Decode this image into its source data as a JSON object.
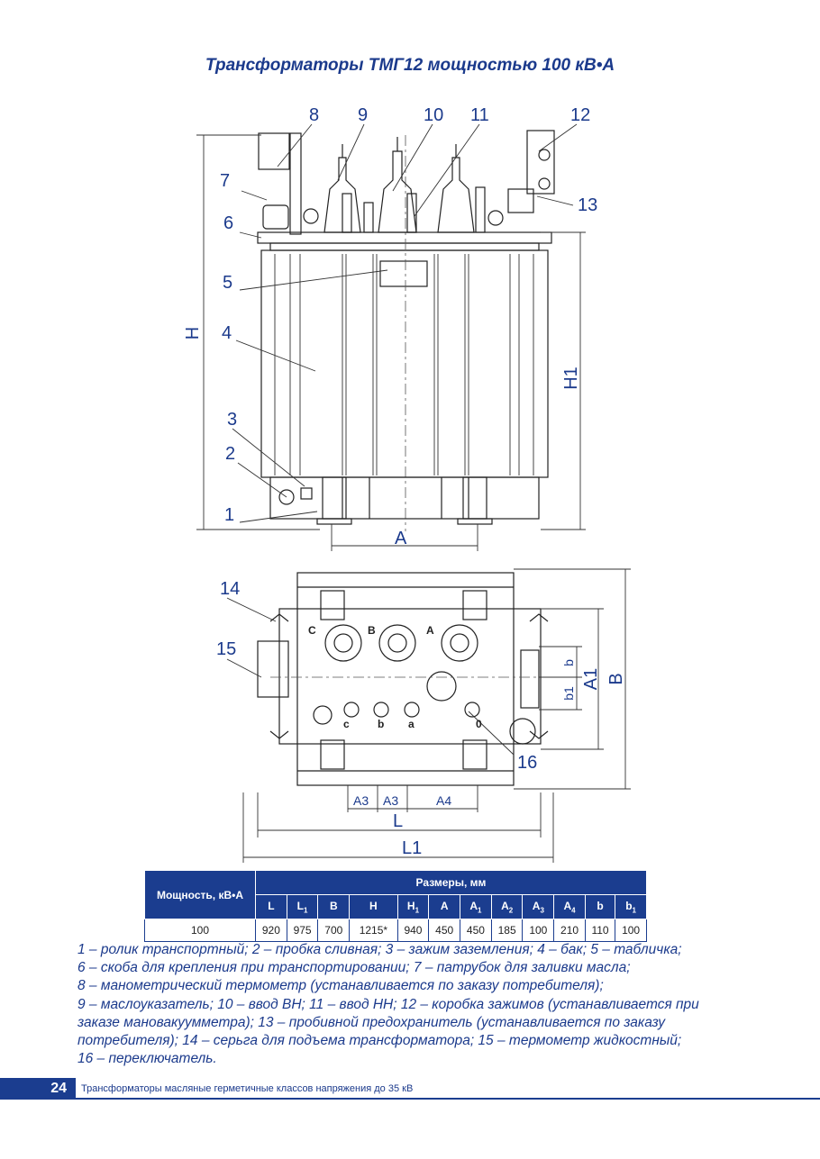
{
  "title": "Трансформаторы ТМГ12 мощностью 100 кВ•А",
  "drawing": {
    "callouts_front": [
      "8",
      "9",
      "10",
      "11",
      "12",
      "7",
      "13",
      "6",
      "5",
      "4",
      "3",
      "2",
      "1"
    ],
    "callouts_top": [
      "14",
      "15",
      "16"
    ],
    "dimension_labels": {
      "H": "H",
      "H1": "H1",
      "A": "A",
      "A1": "A1",
      "B": "B",
      "b": "b",
      "b1": "b1",
      "A3a": "A3",
      "A3b": "A3",
      "A4": "A4",
      "L": "L",
      "L1": "L1"
    },
    "phase_labels": {
      "C": "C",
      "B": "B",
      "A": "A",
      "c": "c",
      "b": "b",
      "a": "a",
      "zero": "0"
    }
  },
  "table": {
    "header_power": "Мощность, кВ•А",
    "header_dims": "Размеры, мм",
    "columns": [
      "L",
      "L",
      "B",
      "H",
      "H",
      "A",
      "A",
      "A",
      "A",
      "A",
      "b",
      "b"
    ],
    "column_subs": [
      "",
      "1",
      "",
      "",
      "1",
      "",
      "1",
      "2",
      "3",
      "4",
      "",
      "1"
    ],
    "row": {
      "power": "100",
      "values": [
        "920",
        "975",
        "700",
        "1215*",
        "940",
        "450",
        "450",
        "185",
        "100",
        "210",
        "110",
        "100"
      ]
    }
  },
  "legend": [
    "1 – ролик транспортный;  2 – пробка сливная;   3 – зажим заземления;  4 – бак;  5 – табличка;",
    "  6 – скоба для крепления при транспортировании;  7 – патрубок для заливки масла;",
    "  8 – манометрический термометр (устанавливается по заказу     потребителя);",
    "  9 – маслоуказатель; 10 – ввод ВН; 11 – ввод НН;  12 – коробка зажимов (устанавливается при",
    "заказе мановакуумметра); 13 – пробивной   предохранитель (устанавливается по заказу",
    "потребителя);  14 – серьга для подъема трансформатора; 15 – термометр жидкостный;",
    "16 – переключатель."
  ],
  "footer": {
    "page_number": "24",
    "text": "Трансформаторы масляные герметичные классов напряжения до 35 кВ"
  },
  "colors": {
    "accent": "#1b3d8f",
    "text_blue": "#1b3a8c"
  }
}
